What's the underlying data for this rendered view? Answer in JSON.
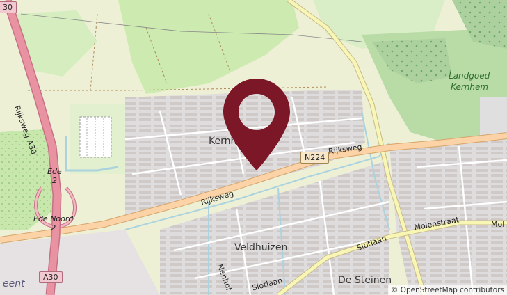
{
  "map": {
    "labels": {
      "landgoed": "Landgoed",
      "kernhem_estate": "Kernhem",
      "kernhem_district": "Kernh",
      "veldhuizen": "Veldhuizen",
      "de_steinen": "De Steinen",
      "ede_2": "Ede\n2",
      "ede_noord_2": "Ede Noord\n2",
      "rijksweg_a30": "Rijksweg A30",
      "rijksweg_east": "Rijksweg",
      "rijksweg_west": "Rijksweg",
      "molenstraat": "Molenstraat",
      "molenstraat_edge": "Mol",
      "slotlaan_east": "Slotlaan",
      "slotlaan_south": "Slotlaan",
      "nenhof": "Nenhof",
      "eent": "eent",
      "shield_n224": "N224",
      "shield_a30_bottom": "A30",
      "shield_a30_top": "30"
    },
    "marker_icon": "map-pin-icon",
    "attribution": "© OpenStreetMap contributors"
  },
  "colors": {
    "marker": "#7b1726",
    "primary_road": "#f7c896",
    "motorway": "#e890a0",
    "residential": "#e0dfdf",
    "farmland": "#eef0d5",
    "meadow": "#cdebb0",
    "forest": "#add19e",
    "water": "#aad3df"
  }
}
